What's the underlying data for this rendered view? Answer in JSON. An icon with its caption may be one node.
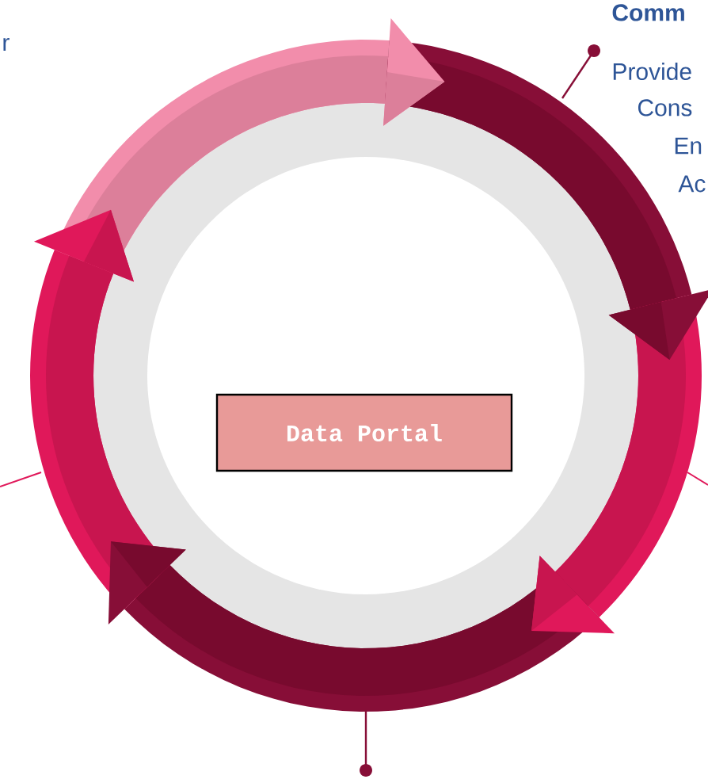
{
  "diagram": {
    "nodes": [
      {
        "text": [
          "Data Portal"
        ]
      }
    ],
    "labels": [
      "r",
      "Comm",
      "Provide",
      "Cons",
      "En",
      "Ac"
    ]
  }
}
